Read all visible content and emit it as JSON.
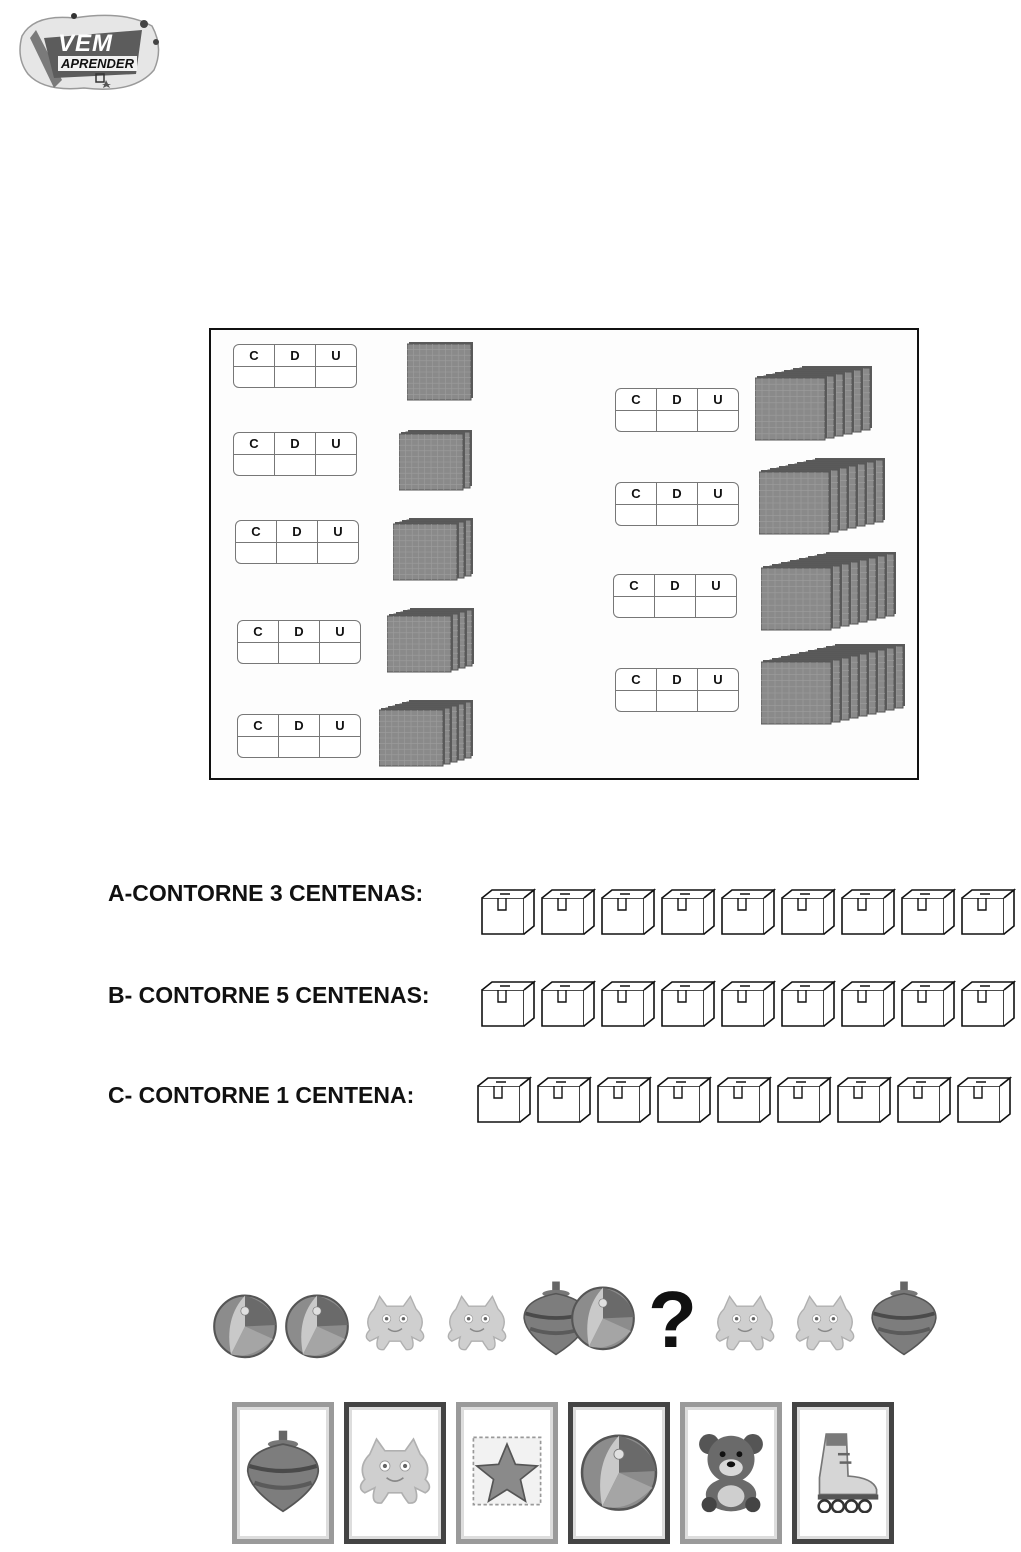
{
  "logo": {
    "line1": "VEM",
    "line2": "APRENDER"
  },
  "exercise": {
    "cdu_headers": [
      "C",
      "D",
      "U"
    ],
    "left_column_stacks": [
      1,
      2,
      3,
      4,
      5
    ],
    "right_column_stacks": [
      6,
      7,
      8,
      9
    ]
  },
  "questions": [
    {
      "label": "A-CONTORNE 3 CENTENAS:",
      "boxes": 9
    },
    {
      "label": "B- CONTORNE 5 CENTENAS:",
      "boxes": 9
    },
    {
      "label": "C- CONTORNE 1 CENTENA:",
      "boxes": 9
    }
  ],
  "sequence": {
    "items": [
      "ball",
      "ball",
      "monster",
      "monster",
      "top",
      "ball",
      "question",
      "monster",
      "monster",
      "top"
    ],
    "question_mark": "?"
  },
  "options": [
    "top",
    "monster",
    "star",
    "ball",
    "teddy-bear",
    "roller-skate"
  ],
  "colors": {
    "ink": "#111111",
    "block": "#8a8a8a",
    "card_border": "#555555"
  }
}
